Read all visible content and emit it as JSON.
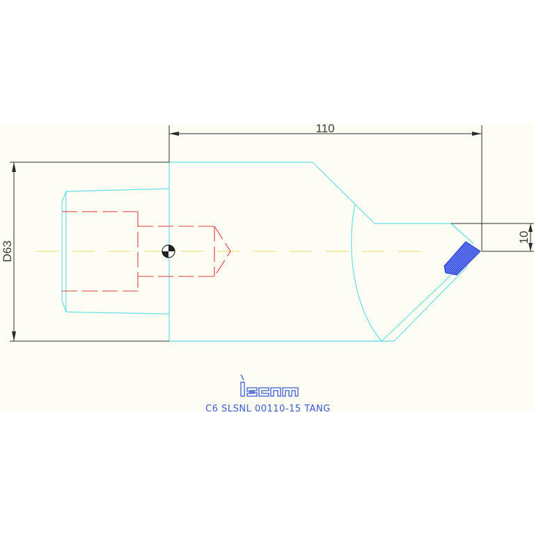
{
  "dimensions": {
    "length": "110",
    "diameter": "D63",
    "offset": "10"
  },
  "logo": {
    "brand": "iscar"
  },
  "caption": "C6 SLSNL 00110-15 TANG",
  "colors": {
    "background_band": "#fdfdf4",
    "tool_outline": "#66dfe8",
    "hidden_lines": "#e5393a",
    "center_line": "#e8e060",
    "dimension_lines": "#2b2b2b",
    "insert": "#1d35d8",
    "brand": "#3a5ad6"
  }
}
